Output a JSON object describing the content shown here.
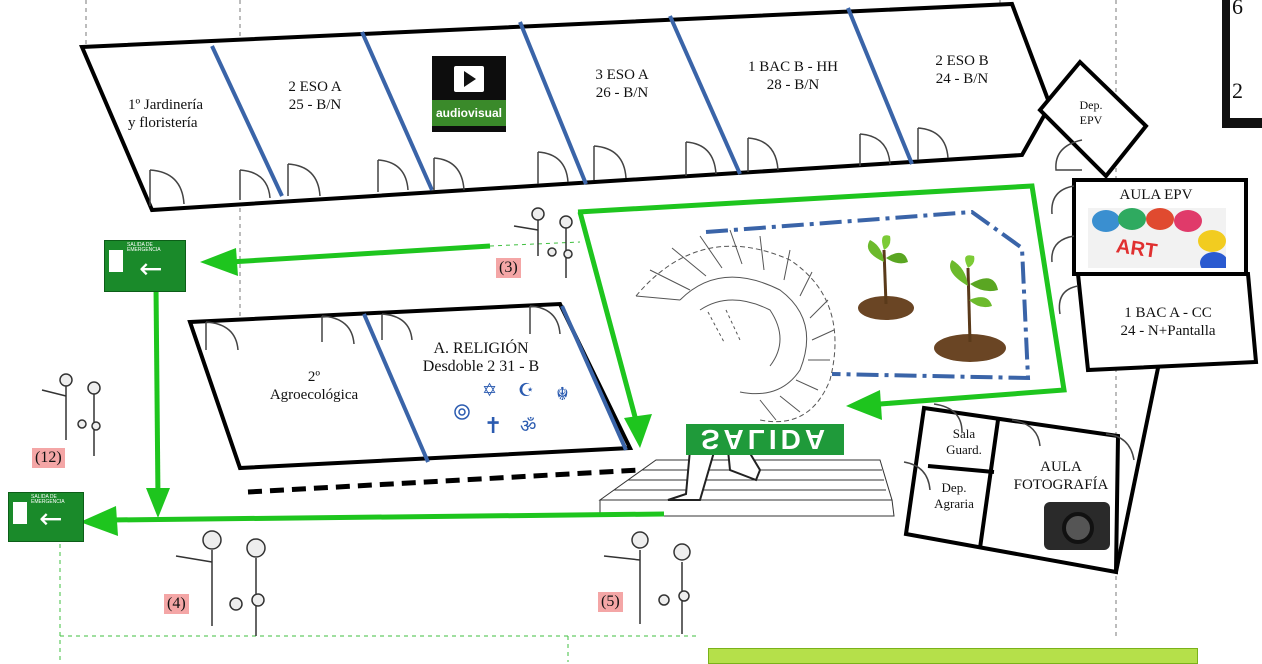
{
  "rooms": {
    "jardineria": [
      "1º Jardinería",
      "y floristería"
    ],
    "eso2a": [
      "2 ESO A",
      "25 - B/N"
    ],
    "audiovisual": "audiovisual",
    "eso3a": [
      "3 ESO A",
      "26 - B/N"
    ],
    "bac1b": [
      "1 BAC  B - HH",
      "28 - B/N"
    ],
    "eso2b": [
      "2 ESO B",
      "24 - B/N"
    ],
    "dep_epv": [
      "Dep.",
      "EPV"
    ],
    "aula_epv": "AULA  EPV",
    "bac1a": [
      "1 BAC A - CC",
      "24 - N+Pantalla"
    ],
    "agroeco": [
      "2º",
      "Agroecológica"
    ],
    "religion": [
      "A. RELIGIÓN",
      "Desdoble 2 31 - B"
    ],
    "sala_guard": [
      "Sala",
      "Guard."
    ],
    "dep_agraria": [
      "Dep.",
      "Agraria"
    ],
    "aula_foto": [
      "AULA",
      "FOTOGRAFÍA"
    ]
  },
  "images": {
    "art_text": "ART"
  },
  "points": {
    "p3": "(3)",
    "p4": "(4)",
    "p5": "(5)",
    "p12": "(12)"
  },
  "salida": "SALIDA",
  "exits": {
    "sign_text": "SALIDA DE EMERGENCIA"
  },
  "tv": {
    "digits": [
      "6",
      "2"
    ]
  },
  "colors": {
    "route_green": "#1ec51e",
    "wall_blue": "#3a64a8",
    "exit_green": "#1a8a2a",
    "marker_pink": "#f4a6a6"
  }
}
